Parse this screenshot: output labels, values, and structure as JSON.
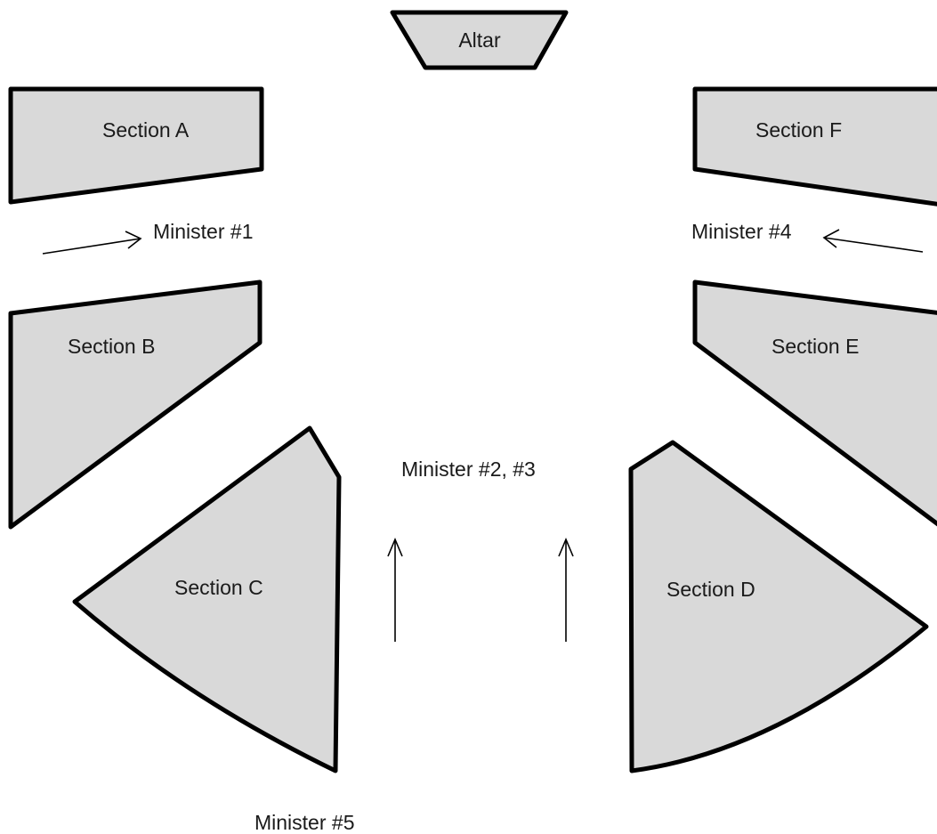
{
  "diagram": {
    "sections": {
      "altar": "Altar",
      "a": "Section A",
      "b": "Section B",
      "c": "Section C",
      "d": "Section D",
      "e": "Section E",
      "f": "Section F"
    },
    "ministers": {
      "m1": "Minister #1",
      "m23": "Minister #2, #3",
      "m4": "Minister #4",
      "m5": "Minister #5"
    },
    "colors": {
      "section_fill": "#d9d9d9",
      "outline": "#000000",
      "text": "#1a1a1a",
      "background": "#ffffff"
    }
  }
}
